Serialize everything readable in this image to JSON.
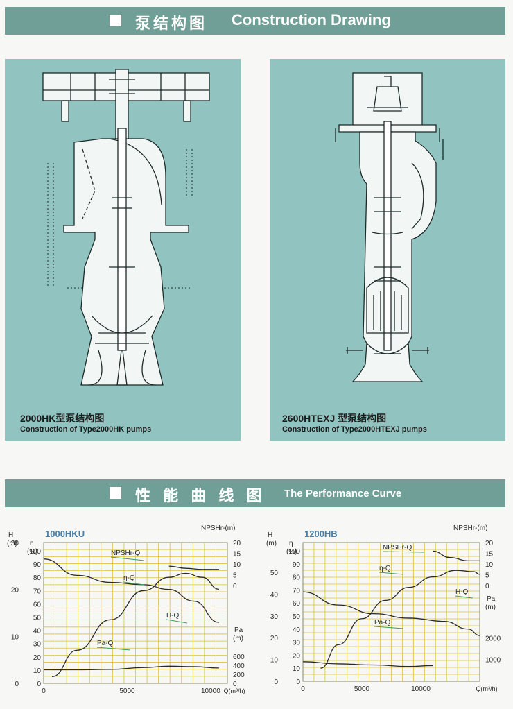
{
  "sections": {
    "construction": {
      "title_cn": "泵结构图",
      "title_en": "Construction Drawing"
    },
    "performance": {
      "title_cn": "性 能 曲 线 图",
      "title_en": "The Performance Curve"
    }
  },
  "drawings": [
    {
      "caption_cn": "2000HK型泵结构图",
      "caption_en": "Construction of Type2000HK pumps"
    },
    {
      "caption_cn": "2600HTEXJ 型泵结构图",
      "caption_en": "Construction of Type2000HTEXJ pumps"
    }
  ],
  "colors": {
    "banner": "#6f9f96",
    "panel": "#91c4c1",
    "grid": "#d8c23a",
    "curve": "#2a2a2a",
    "leader": "#3aa056"
  },
  "chart_data": [
    {
      "type": "line",
      "title": "1000HKU",
      "x": {
        "label": "Q(m³/h)",
        "range": [
          0,
          11000
        ],
        "ticks": [
          0,
          5000,
          10000
        ]
      },
      "axes": {
        "H": {
          "label": "H (m)",
          "range": [
            0,
            30
          ],
          "ticks": [
            0,
            10,
            20,
            30
          ]
        },
        "eta": {
          "label": "η (%)",
          "range": [
            0,
            100
          ],
          "ticks": [
            0,
            10,
            20,
            30,
            40,
            50,
            60,
            70,
            80,
            90,
            100
          ]
        },
        "NPSHr": {
          "label": "NPSHr-(m)",
          "range": [
            0,
            20
          ],
          "ticks": [
            0,
            5,
            10,
            15,
            20
          ]
        },
        "Pa": {
          "label": "Pa (m)",
          "range": [
            0,
            800
          ],
          "ticks": [
            0,
            200,
            400,
            600
          ]
        }
      },
      "series": [
        {
          "name": "H-Q",
          "axis": "H",
          "x": [
            0,
            2000,
            4000,
            6000,
            7500,
            9000,
            10500
          ],
          "y": [
            26.5,
            23,
            21.5,
            21,
            20,
            17.5,
            13
          ]
        },
        {
          "name": "η-Q",
          "axis": "eta",
          "x": [
            500,
            2000,
            4000,
            6000,
            7500,
            8500,
            9500,
            10500
          ],
          "y": [
            5,
            25,
            48,
            70,
            80,
            83,
            80,
            71
          ]
        },
        {
          "name": "NPSHr-Q",
          "axis": "NPSHr",
          "x": [
            7500,
            8500,
            9500,
            10500
          ],
          "y": [
            9,
            8,
            7.5,
            7.5
          ]
        },
        {
          "name": "Pa-Q",
          "axis": "Pa",
          "x": [
            0,
            2000,
            4000,
            6000,
            7500,
            9000,
            10500
          ],
          "y": [
            300,
            300,
            310,
            350,
            380,
            370,
            340
          ]
        }
      ]
    },
    {
      "type": "line",
      "title": "1200HB",
      "x": {
        "label": "Q(m³/h)",
        "range": [
          0,
          15000
        ],
        "ticks": [
          0,
          5000,
          10000
        ]
      },
      "axes": {
        "H": {
          "label": "H (m)",
          "range": [
            0,
            50
          ],
          "ticks": [
            0,
            10,
            20,
            30,
            40,
            50
          ]
        },
        "eta": {
          "label": "η (%)",
          "range": [
            0,
            100
          ],
          "ticks": [
            0,
            10,
            20,
            30,
            40,
            50,
            60,
            70,
            80,
            90,
            100
          ]
        },
        "NPSHr": {
          "label": "NPSHr-(m)",
          "range": [
            0,
            20
          ],
          "ticks": [
            0,
            5,
            10,
            15,
            20
          ]
        },
        "Pa": {
          "label": "Pa (m)",
          "range": [
            0,
            3000
          ],
          "ticks": [
            1000,
            2000
          ]
        }
      },
      "series": [
        {
          "name": "H-Q",
          "axis": "H",
          "x": [
            0,
            3000,
            6000,
            9000,
            12000,
            14000,
            15000
          ],
          "y": [
            41,
            35,
            31,
            29,
            27.5,
            24,
            21
          ]
        },
        {
          "name": "η-Q",
          "axis": "eta",
          "x": [
            1500,
            3000,
            5000,
            7000,
            9000,
            11000,
            13000,
            14500,
            15000
          ],
          "y": [
            10,
            28,
            48,
            62,
            72,
            80,
            85,
            84,
            82
          ]
        },
        {
          "name": "NPSHr-Q",
          "axis": "NPSHr",
          "x": [
            11000,
            12500,
            14000,
            15000
          ],
          "y": [
            16,
            13,
            11.5,
            11.5
          ]
        },
        {
          "name": "Pa-Q",
          "axis": "Pa",
          "x": [
            0,
            3000,
            6000,
            9000,
            11000
          ],
          "y": [
            900,
            800,
            750,
            680,
            720
          ]
        }
      ]
    }
  ]
}
